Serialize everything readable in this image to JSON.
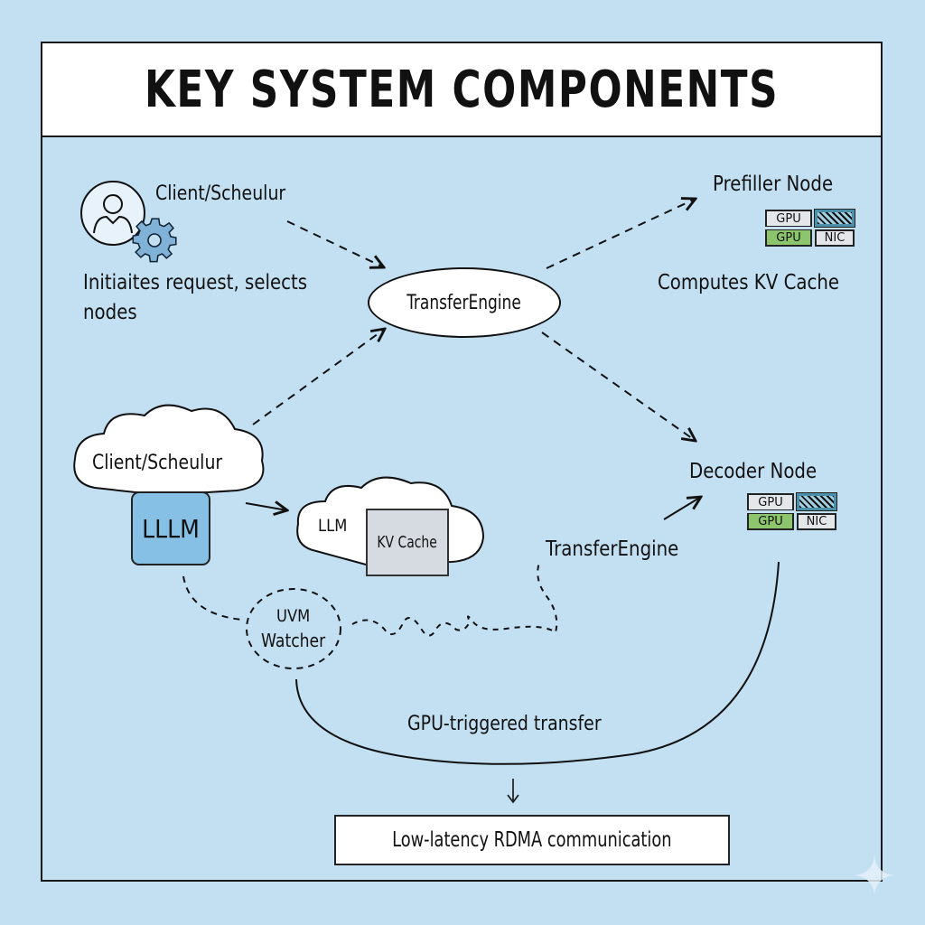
{
  "title": "KEY SYSTEM COMPONENTS",
  "client_top": {
    "label": "Client/Scheulur",
    "description": "Initiaites request, selects nodes",
    "description_line1": "Initiaites request, selects",
    "description_line2": "nodes",
    "icons": [
      "user-icon",
      "gear-icon"
    ]
  },
  "transfer_engine_center": {
    "label": "TransferEngine"
  },
  "prefiller_node": {
    "label": "Prefiller Node",
    "description": "Computes KV Cache",
    "chip": {
      "gpu_top": "GPU",
      "gpu_bottom": "GPU",
      "nic": "NIC"
    }
  },
  "client_cloud": {
    "label": "Client/Scheulur",
    "llm_box": "LLLM"
  },
  "llm_cloud": {
    "label": "LLM",
    "kv_cache": "KV Cache"
  },
  "decoder_node": {
    "label": "Decoder Node",
    "chip": {
      "gpu_top": "GPU",
      "gpu_bottom": "GPU",
      "nic": "NIC"
    }
  },
  "transfer_engine_lower": {
    "label": "TransferEngine"
  },
  "uvm_watcher": {
    "line1": "UVM",
    "line2": "Watcher"
  },
  "gpu_triggered": {
    "label": "GPU-triggered transfer"
  },
  "rdma": {
    "label": "Low-latency RDMA communication"
  },
  "colors": {
    "background": "#c3e0f3",
    "llm_box": "#86c0e4",
    "gpu_green": "#8cc56c",
    "kv_cache_gray": "#d6dbe2"
  }
}
